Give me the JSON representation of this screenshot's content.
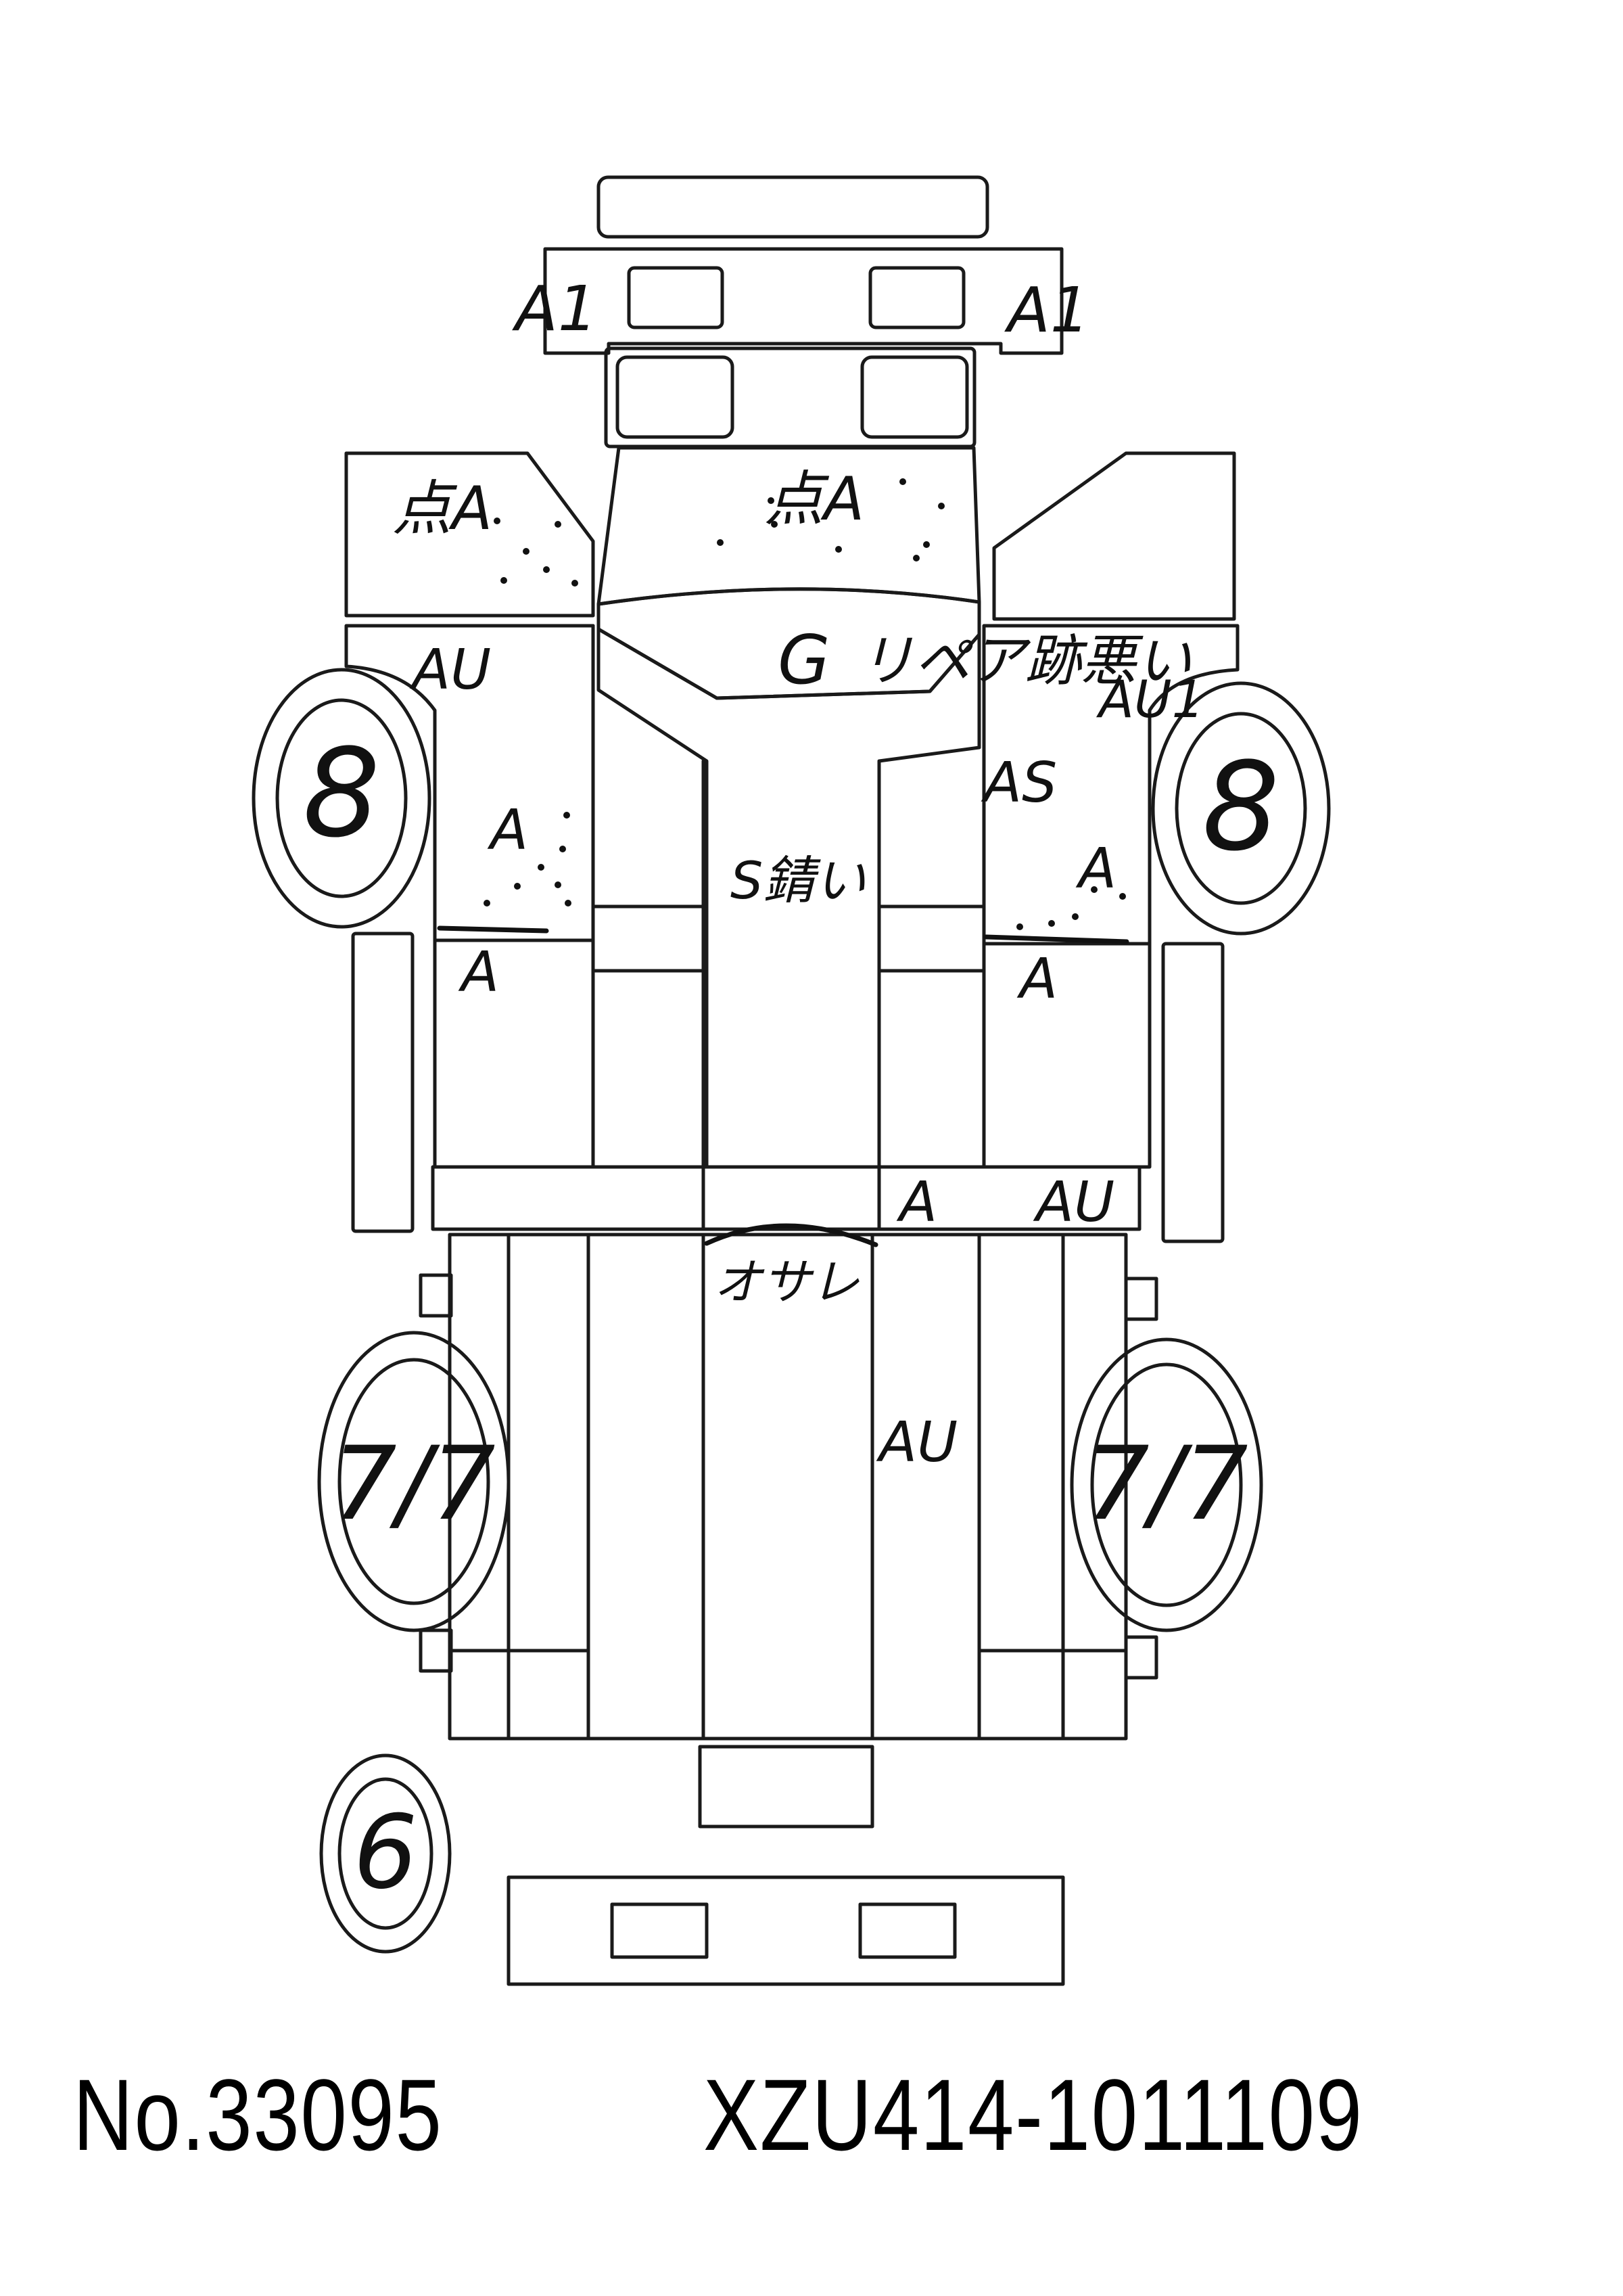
{
  "sheet": {
    "lot_number": "No.33095",
    "chassis_number": "XZU414-1011109"
  },
  "marks": {
    "a1_left": "A1",
    "a1_right": "A1",
    "hood_left": "点A",
    "hood_center": "点A",
    "glass": "G",
    "repair_note": "リペア跡悪い",
    "au_left_fender": "AU",
    "au1_right_fender": "AU1",
    "as_right_door": "AS",
    "a_left_door": "A",
    "a_right_door": "A",
    "a_left_lower": "A",
    "a_right_lower": "A",
    "s_damage": "S錆い",
    "a_cab_back": "A",
    "au_cab_back": "AU",
    "osare_dent": "オサレ",
    "au_bed": "AU"
  },
  "tires": {
    "front_left": "8",
    "front_right": "8",
    "rear_left": "7/7",
    "rear_right": "7/7",
    "spare": "6"
  },
  "colors": {
    "ink": "#111111",
    "outline": "#1a1a1a",
    "paper": "#ffffff"
  }
}
